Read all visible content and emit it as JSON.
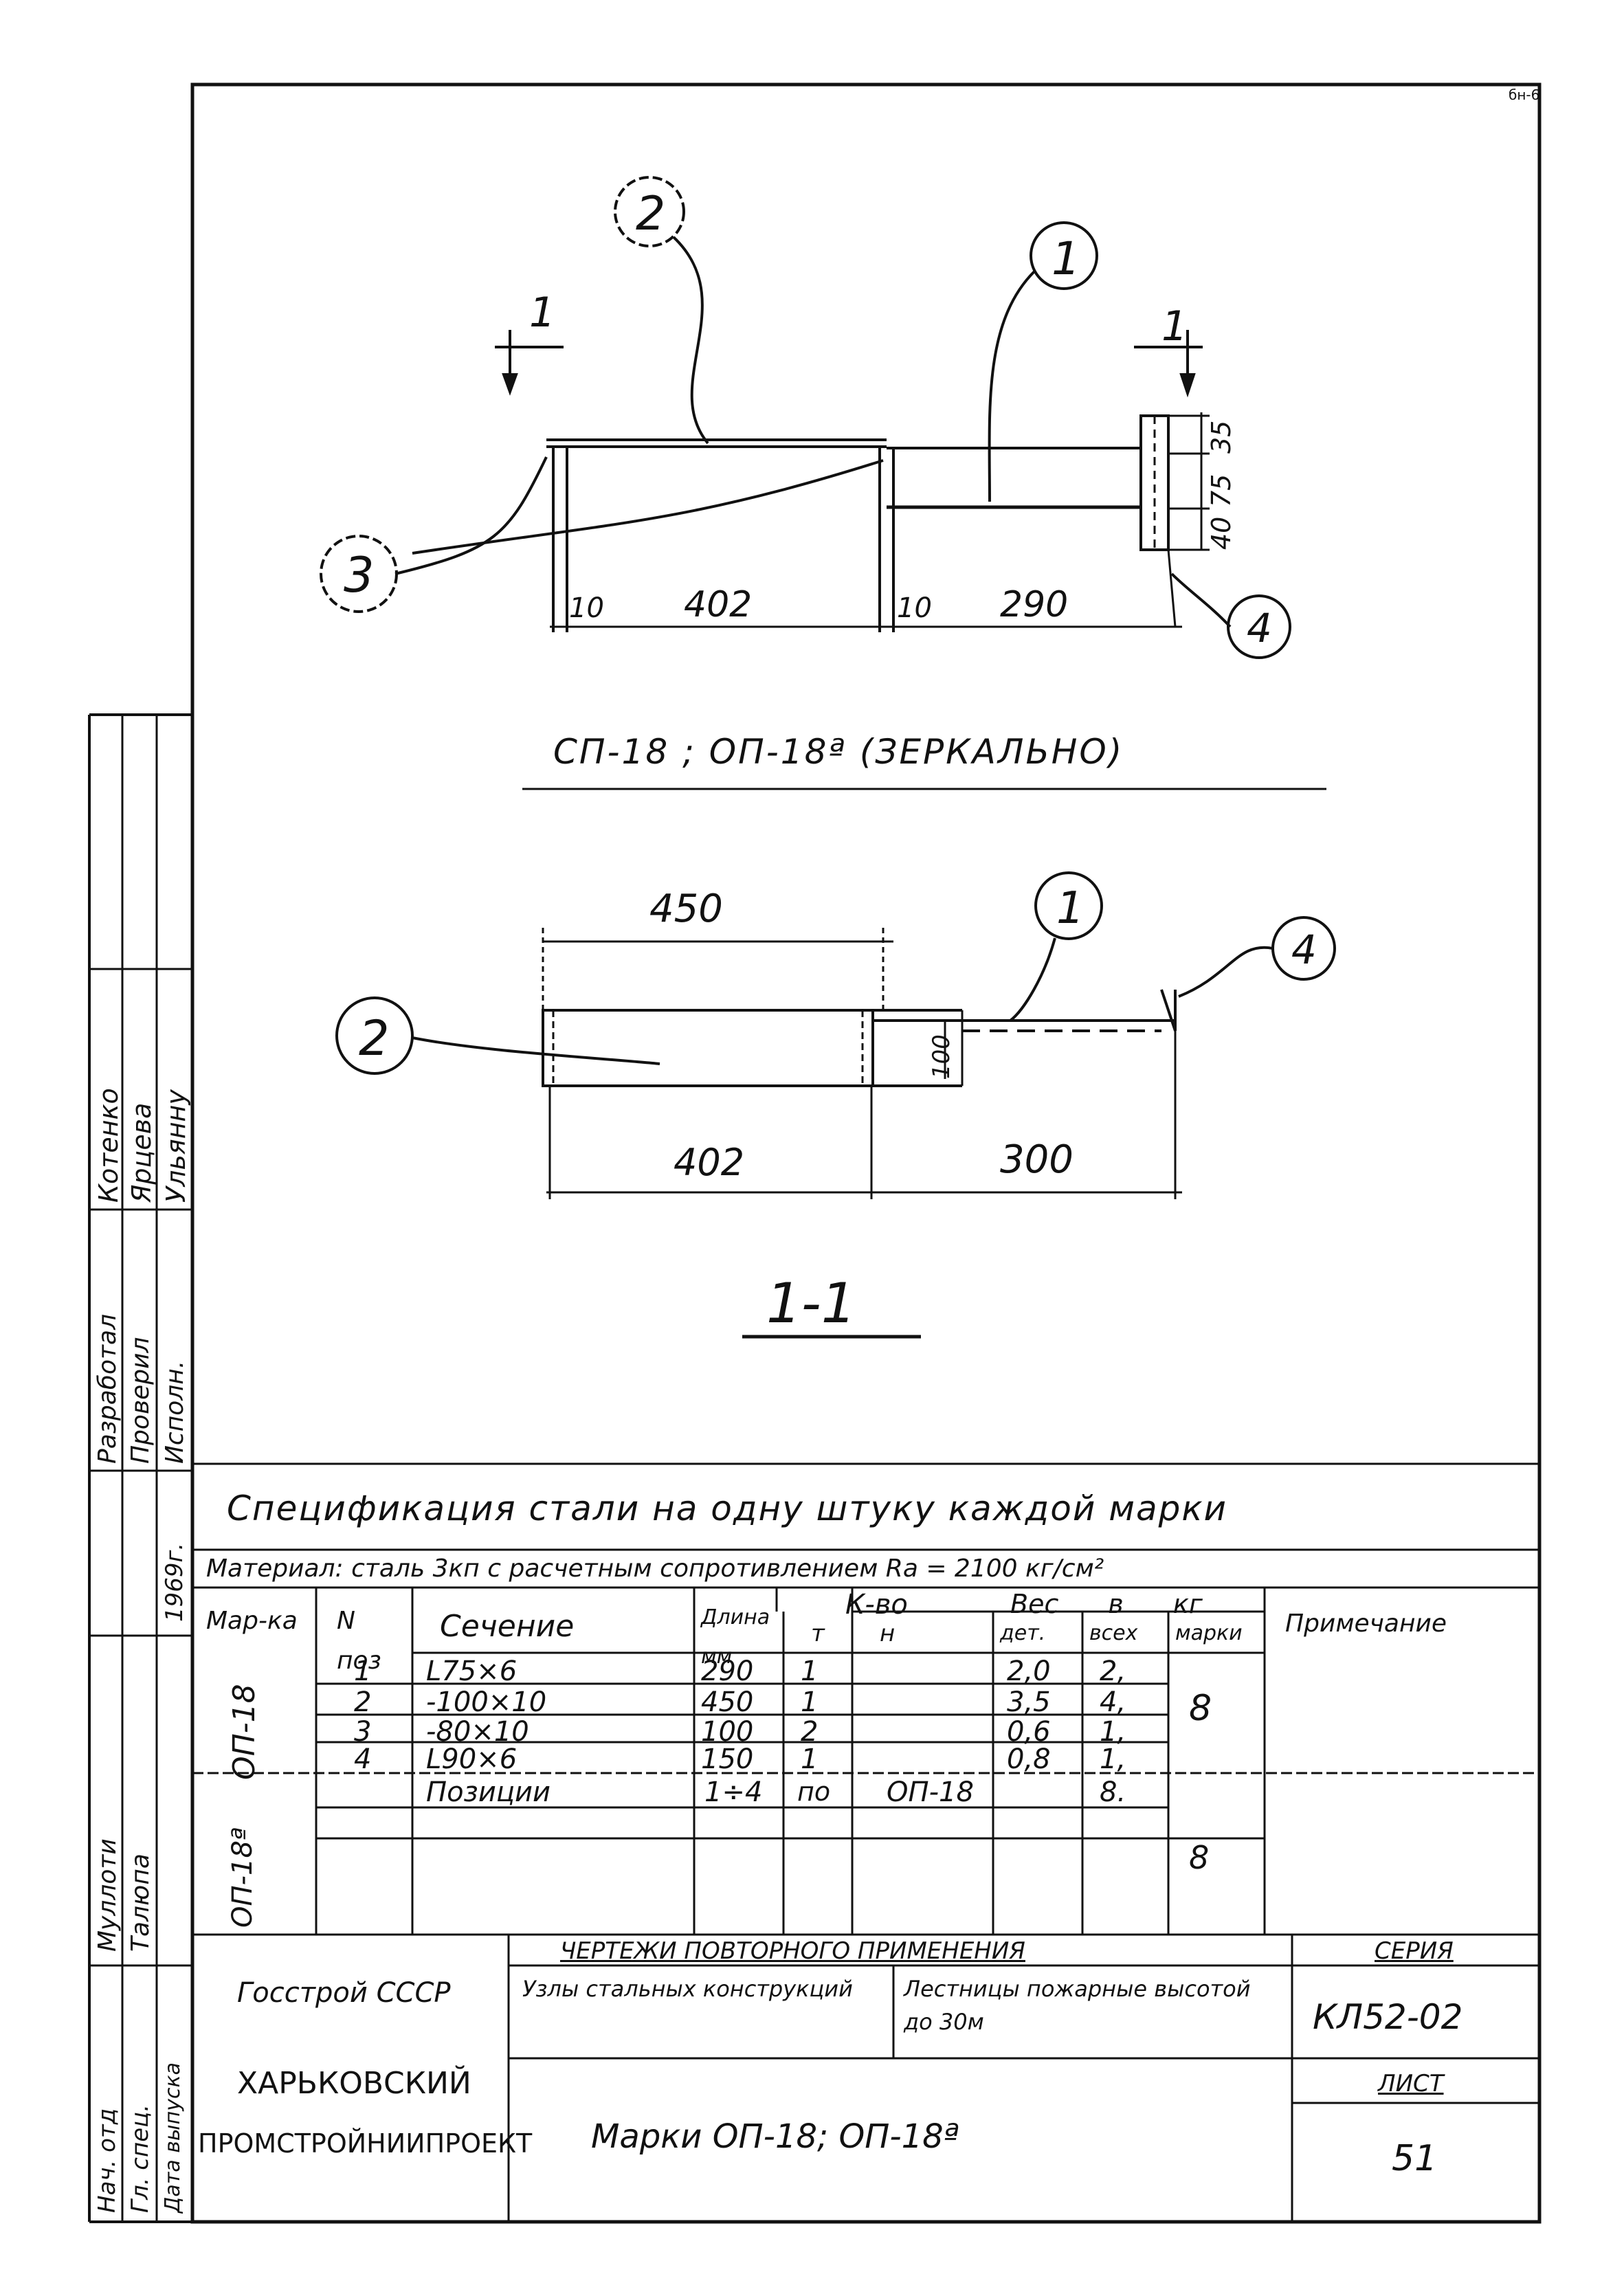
{
  "sheet_corner_mark": "бн-6",
  "plan_view": {
    "callouts": [
      "2",
      "1",
      "3",
      "4"
    ],
    "section_marks": [
      "1",
      "1"
    ],
    "dimensions_bottom": [
      "10",
      "402",
      "10",
      "290"
    ],
    "dimensions_right": [
      "35",
      "75",
      "40"
    ],
    "caption": "СП-18 ; ОП-18ª (ЗЕРКАЛЬНО)"
  },
  "section_view": {
    "callouts": [
      "1",
      "4",
      "2"
    ],
    "dimension_top": "450",
    "dimension_mid": "100",
    "dimensions_bottom": [
      "402",
      "300"
    ],
    "title": "1-1"
  },
  "spec": {
    "title": "Спецификация стали на одну штуку каждой марки",
    "material": "Материал: сталь 3кп с расчетным сопротивлением Ra = 2100 кг/см²",
    "headers": {
      "marka": "Мар-ка",
      "pos": "N поз",
      "section": "Сечение",
      "length": "Длина мм",
      "qty": "К-во",
      "qty_t": "т",
      "qty_n": "н",
      "weight": "Вес в кг",
      "w_det": "дет.",
      "w_all": "всех",
      "w_mark": "марки",
      "note": "Примечание"
    },
    "mark_a": "ОП-18",
    "mark_b": "ОП-18ª",
    "rows": [
      {
        "pos": "1",
        "section": "L75×6",
        "length": "290",
        "t": "1",
        "n": "",
        "det": "2,0",
        "all": "2,"
      },
      {
        "pos": "2",
        "section": "-100×10",
        "length": "450",
        "t": "1",
        "n": "",
        "det": "3,5",
        "all": "4,"
      },
      {
        "pos": "3",
        "section": "-80×10",
        "length": "100",
        "t": "2",
        "n": "",
        "det": "0,6",
        "all": "1,"
      },
      {
        "pos": "4",
        "section": "L90×6",
        "length": "150",
        "t": "1",
        "n": "",
        "det": "0,8",
        "all": "1,"
      }
    ],
    "mark_a_weight": "8",
    "positions_row": {
      "label": "Позиции",
      "range": "1÷4",
      "po": "по",
      "ref": "ОП-18",
      "all": "8."
    },
    "mark_b_weight": "8"
  },
  "left_stamp": {
    "roles": [
      "Нач. отд",
      "Гл. спец.",
      "Дата выпуска"
    ],
    "names": [
      "Муллоти",
      "Талюпа",
      ""
    ],
    "date": "1969г.",
    "roles2": [
      "Разработал",
      "Проверил",
      "Исполн."
    ],
    "names2": [
      "Котенко",
      "Ярцева",
      "Ульянну"
    ]
  },
  "title_block": {
    "org1": "Госстрой СССР",
    "org2": "ХАРЬКОВСКИЙ",
    "org3": "ПРОМСТРОЙНИИПРОЕКТ",
    "header": "ЧЕРТЕЖИ ПОВТОРНОГО ПРИМЕНЕНИЯ",
    "subject1": "Узлы стальных конструкций",
    "subject2": "Лестницы пожарные высотой до 30м",
    "title": "Марки ОП-18; ОП-18ª",
    "series_label": "СЕРИЯ",
    "series_value": "КЛ52-02",
    "sheet_label": "ЛИСТ",
    "sheet_value": "51"
  }
}
